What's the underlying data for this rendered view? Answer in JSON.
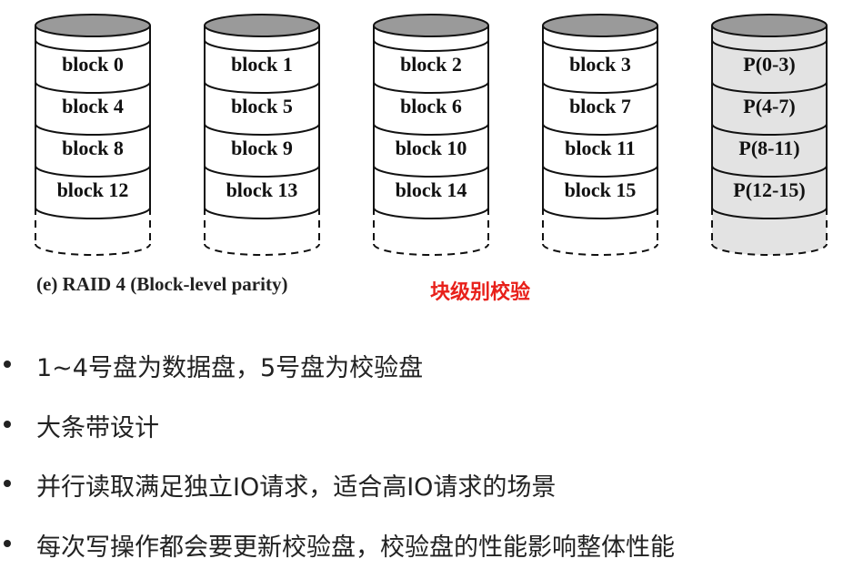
{
  "disks": [
    {
      "blocks": [
        "block 0",
        "block 4",
        "block 8",
        "block 12"
      ],
      "parity": false
    },
    {
      "blocks": [
        "block 1",
        "block 5",
        "block 9",
        "block 13"
      ],
      "parity": false
    },
    {
      "blocks": [
        "block 2",
        "block 6",
        "block 10",
        "block 14"
      ],
      "parity": false
    },
    {
      "blocks": [
        "block 3",
        "block 7",
        "block 11",
        "block 15"
      ],
      "parity": false
    },
    {
      "blocks": [
        "P(0-3)",
        "P(4-7)",
        "P(8-11)",
        "P(12-15)"
      ],
      "parity": true
    }
  ],
  "caption": "(e) RAID 4 (Block-level parity)",
  "note": "块级别校验",
  "colors": {
    "parity_fill": "#e3e3e3",
    "top_fill": "#9a9a9a",
    "note": "#e8201a"
  },
  "bullets": [
    "1~4号盘为数据盘，5号盘为校验盘",
    "大条带设计",
    "并行读取满足独立IO请求，适合高IO请求的场景",
    "每次写操作都会要更新校验盘，校验盘的性能影响整体性能"
  ]
}
